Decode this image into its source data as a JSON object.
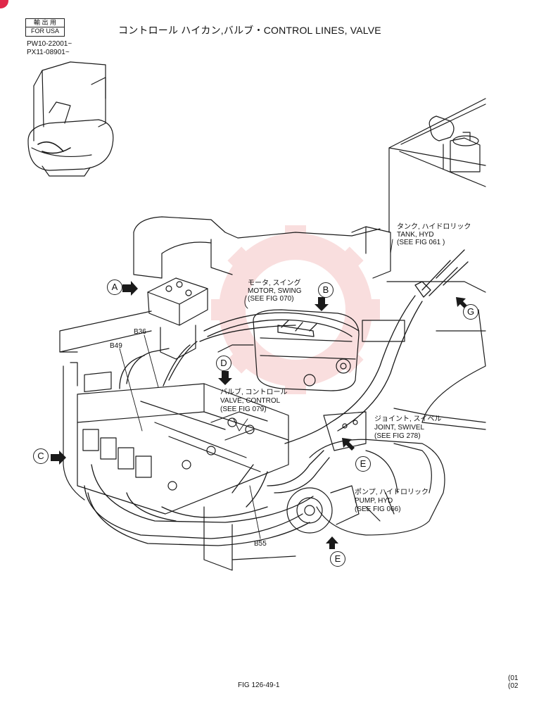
{
  "stamp": {
    "jp": "輸 出 用",
    "en": "FOR USA"
  },
  "title": "コントロール ハイカン,バルブ・CONTROL LINES, VALVE",
  "serials": [
    "PW10-22001~",
    "PX11-08901~"
  ],
  "callouts": {
    "tank": {
      "jp": "タンク, ハイドロリック",
      "en": "TANK, HYD",
      "ref": "(SEE FIG 061 )"
    },
    "motor": {
      "jp": "モータ, スイング",
      "en": "MOTOR, SWING",
      "ref": "(SEE FIG 070)"
    },
    "valve": {
      "jp": "バルブ, コントロール",
      "en": "VALVE, CONTROL",
      "ref": "(SEE FIG 079)"
    },
    "joint": {
      "jp": "ジョイント, スイベル",
      "en": "JOINT, SWIVEL",
      "ref": "(SEE FIG 278)"
    },
    "pump": {
      "jp": "ポンプ, ハイドロリック",
      "en": "PUMP, HYD",
      "ref": "(SEE FIG 066)"
    }
  },
  "view_markers": [
    "A",
    "B",
    "C",
    "D",
    "E",
    "E",
    "G"
  ],
  "part_numbers": [
    "B36",
    "B49",
    "B55"
  ],
  "figure_number": "FIG 126-49-1",
  "revision_marks": [
    "(01",
    "(02"
  ],
  "colors": {
    "line": "#1a1a1a",
    "watermark": "#f2b8b8",
    "corner_badge": "#e0284a"
  }
}
